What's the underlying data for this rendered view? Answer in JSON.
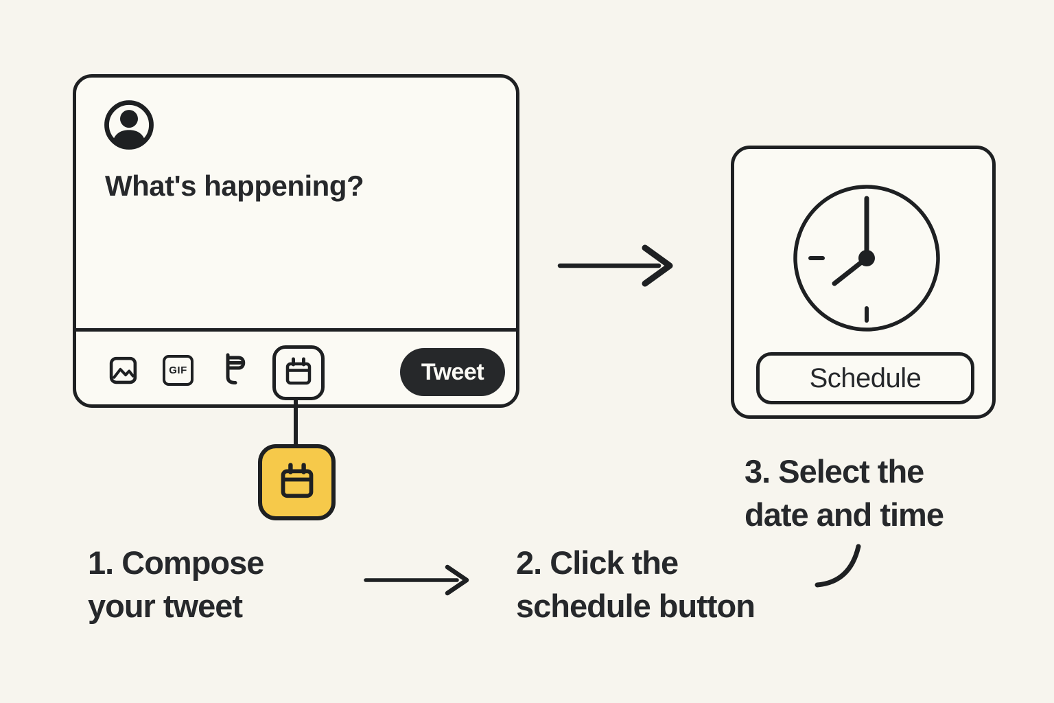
{
  "colors": {
    "background": "#f7f5ee",
    "panel": "#fbfaf4",
    "ink": "#1e2022",
    "ink_soft": "#26282b",
    "accent_yellow": "#f6c94a",
    "tweet_button_bg": "#26282a",
    "tweet_button_text": "#fbfaf5"
  },
  "composer": {
    "placeholder": "What's happening?",
    "tweet_button_label": "Tweet",
    "toolbar": {
      "gif_label": "GIF",
      "icons": [
        "image-icon",
        "gif-icon",
        "poll-icon",
        "calendar-icon"
      ]
    },
    "avatar_icon": "user-avatar-icon"
  },
  "highlight": {
    "icon": "calendar-icon",
    "color": "#f6c94a"
  },
  "schedule_card": {
    "icon": "clock-icon",
    "button_label": "Schedule",
    "clock_time_depicted": "7:00"
  },
  "steps": [
    {
      "line1": "1. Compose",
      "line2": "your tweet"
    },
    {
      "line1": "2. Click the",
      "line2": "schedule button"
    },
    {
      "line1": "3. Select the",
      "line2": "date and time"
    }
  ]
}
